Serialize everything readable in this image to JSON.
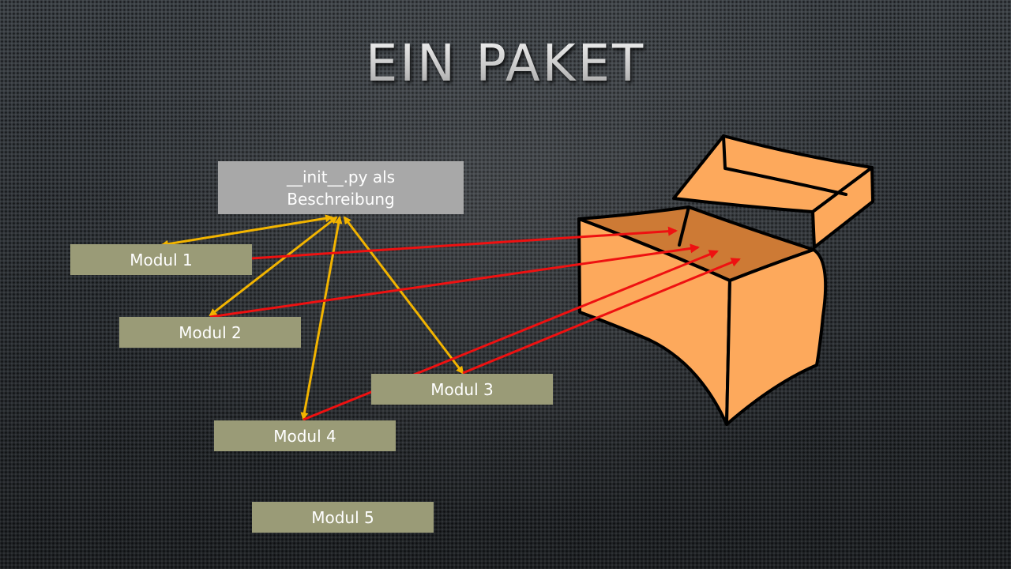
{
  "slide": {
    "title": "Ein Paket"
  },
  "init_box": {
    "line1": "__init__.py als",
    "line2": "Beschreibung"
  },
  "modules": [
    {
      "label": "Modul 1"
    },
    {
      "label": "Modul 2"
    },
    {
      "label": "Modul 3"
    },
    {
      "label": "Modul 4"
    },
    {
      "label": "Modul 5"
    }
  ],
  "colors": {
    "init_box": "#a8a8a8",
    "module_box": "#9a9b77",
    "yellow_arrow": "#f2b400",
    "red_arrow": "#ee1111",
    "box_front": "#fda95c",
    "box_inside": "#cd7a35"
  }
}
